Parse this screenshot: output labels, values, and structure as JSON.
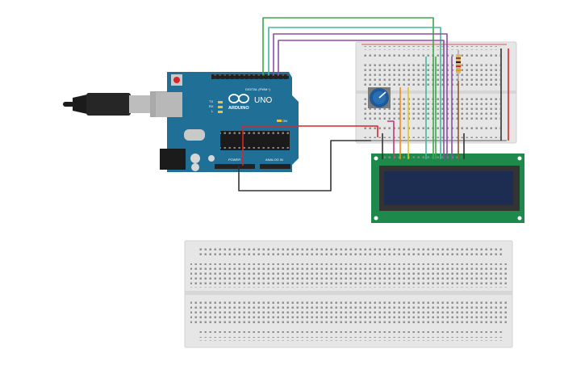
{
  "arduino": {
    "logo_text": "ARDUINO",
    "model": "UNO",
    "digital_header": "DIGITAL (PWM~)",
    "power_header": "POWER",
    "analog_header": "ANALOG IN",
    "tx_label": "TX",
    "rx_label": "RX",
    "l_label": "L",
    "on_label": "ON"
  },
  "colors": {
    "arduino_board": "#1f6f97",
    "breadboard": "#e6e6e6",
    "lcd_pcb": "#1d8a4b",
    "lcd_screen": "#1d2d52",
    "potentiometer": "#1e5a9a",
    "wire_red": "#d7262b",
    "wire_black": "#333333",
    "wire_green": "#3aaa48",
    "wire_teal": "#43b89c",
    "wire_purple": "#8a4fa6",
    "wire_orange": "#f08b1d",
    "wire_yellow": "#e8c51a",
    "wire_pink": "#c23a7a"
  },
  "icons": [
    "usb-cable-icon",
    "potentiometer-icon",
    "resistor-icon"
  ]
}
